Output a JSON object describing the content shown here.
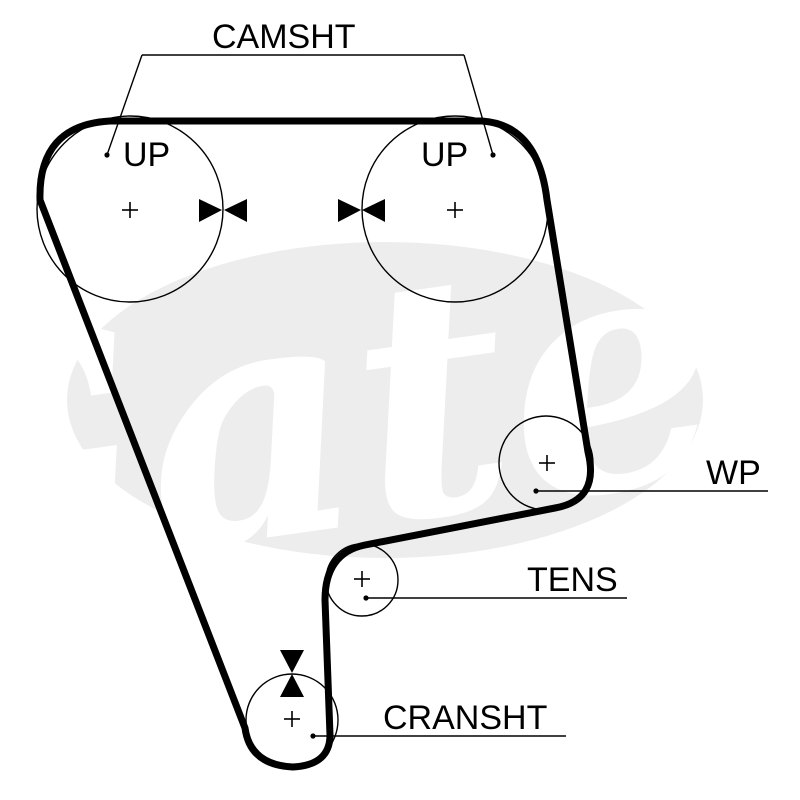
{
  "diagram": {
    "watermark": "Gates",
    "labels": {
      "camshaft": "CAMSHT",
      "water_pump": "WP",
      "tensioner": "TENS",
      "crankshaft": "CRANSHT"
    },
    "marks": {
      "left_cam": "UP",
      "right_cam": "UP"
    },
    "colors": {
      "lines": "#000000",
      "background": "#ffffff",
      "watermark": "#e9e9e9"
    }
  }
}
